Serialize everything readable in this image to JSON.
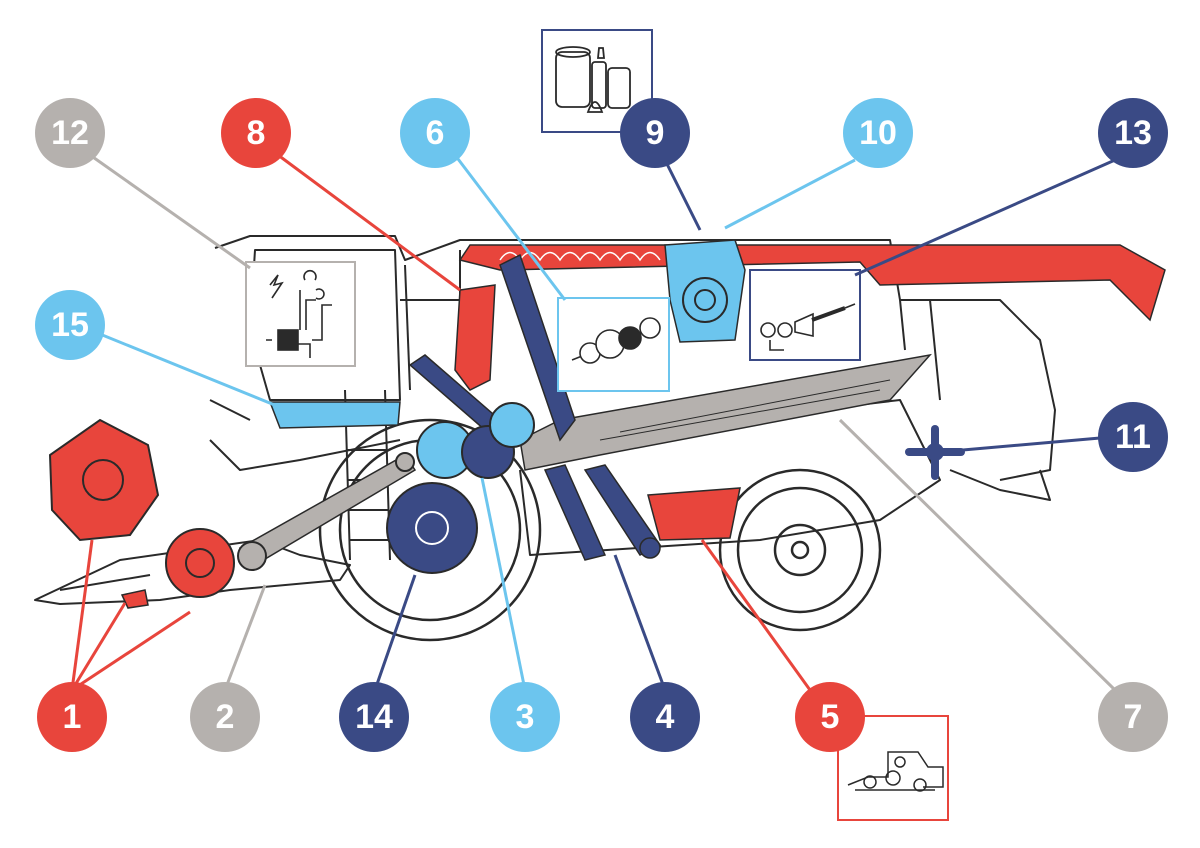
{
  "colors": {
    "red": "#e8453c",
    "light_blue": "#6cc5ee",
    "navy": "#3a4a85",
    "gray": "#b5b1ae",
    "outline": "#2a2a2a"
  },
  "callouts": [
    {
      "label": "1",
      "color": "red"
    },
    {
      "label": "2",
      "color": "gray"
    },
    {
      "label": "3",
      "color": "light_blue"
    },
    {
      "label": "4",
      "color": "navy"
    },
    {
      "label": "5",
      "color": "red"
    },
    {
      "label": "6",
      "color": "light_blue"
    },
    {
      "label": "7",
      "color": "gray"
    },
    {
      "label": "8",
      "color": "red"
    },
    {
      "label": "9",
      "color": "navy"
    },
    {
      "label": "10",
      "color": "light_blue"
    },
    {
      "label": "11",
      "color": "navy"
    },
    {
      "label": "12",
      "color": "gray"
    },
    {
      "label": "13",
      "color": "navy"
    },
    {
      "label": "14",
      "color": "navy"
    },
    {
      "label": "15",
      "color": "light_blue"
    }
  ],
  "insets": [
    {
      "id": "filters",
      "icon": "filters-icon",
      "color": "navy"
    },
    {
      "id": "electronics",
      "icon": "circuit-icon",
      "color": "gray"
    },
    {
      "id": "bearings",
      "icon": "bearings-icon",
      "color": "light_blue"
    },
    {
      "id": "gearbox",
      "icon": "gearbox-icon",
      "color": "navy"
    },
    {
      "id": "combine",
      "icon": "combine-icon",
      "color": "red"
    }
  ]
}
